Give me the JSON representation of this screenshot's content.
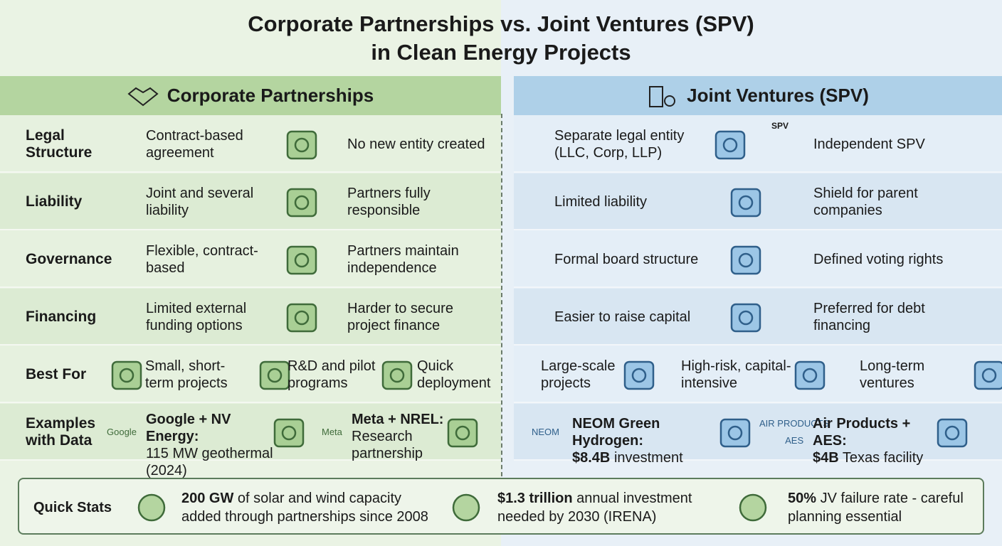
{
  "title": {
    "line1": "Corporate Partnerships vs. Joint Ventures (SPV)",
    "line2": "in Clean Energy Projects"
  },
  "left": {
    "header": "Corporate Partnerships",
    "accent": "#5a9a4a"
  },
  "right": {
    "header": "Joint Ventures (SPV)",
    "accent": "#4a8ac0"
  },
  "rows": [
    {
      "label": "Legal Structure",
      "left": [
        "Contract-based agreement",
        "No new entity created"
      ],
      "left_icon": "contract-handshake-icon",
      "right": [
        "Separate legal entity (LLC, Corp, LLP)",
        "Independent SPV"
      ],
      "right_icon": "spv-building-icon",
      "spv_tag": "SPV"
    },
    {
      "label": "Liability",
      "left": [
        "Joint and several liability",
        "Partners fully responsible"
      ],
      "left_icon": "shared-liability-icon",
      "right": [
        "Limited liability",
        "Shield for parent companies"
      ],
      "right_icon": "shield-person-icon"
    },
    {
      "label": "Governance",
      "left": [
        "Flexible, contract-based",
        "Partners maintain independence"
      ],
      "left_icon": "crossing-arrows-icon",
      "right": [
        "Formal board structure",
        "Defined voting rights"
      ],
      "right_icon": "boardroom-icon"
    },
    {
      "label": "Financing",
      "left": [
        "Limited external funding options",
        "Harder to secure project finance"
      ],
      "left_icon": "wallet-icon",
      "right": [
        "Easier to raise capital",
        "Preferred for debt financing"
      ],
      "right_icon": "money-growth-icon"
    }
  ],
  "best_for": {
    "label": "Best For",
    "left": [
      {
        "text": "Small, short-term projects",
        "icon": "lightbulb-icon"
      },
      {
        "text": "R&D and pilot programs",
        "icon": "test-tube-icon"
      },
      {
        "text": "Quick deployment",
        "icon": "clock-icon"
      }
    ],
    "right": [
      {
        "text": "Large-scale projects",
        "icon": "wind-solar-icon"
      },
      {
        "text": "High-risk, capital-intensive",
        "icon": "dollar-warning-icon"
      },
      {
        "text": "Long-term ventures",
        "icon": "calendar-icon"
      }
    ]
  },
  "examples": {
    "label": "Examples with Data",
    "items": [
      {
        "logos": [
          "Google"
        ],
        "bold": "Google + NV Energy:",
        "text": "115 MW geothermal (2024)",
        "icon": "geothermal-plant-icon"
      },
      {
        "logos": [
          "Meta"
        ],
        "bold": "Meta + NREL:",
        "text": "Research partnership",
        "icon": "lab-icon"
      },
      {
        "logos": [
          "NEOM"
        ],
        "bold": "NEOM Green Hydrogen:",
        "strong": "$8.4B",
        "text": "investment",
        "icon": "hydrogen-plant-icon"
      },
      {
        "logos": [
          "AIR PRODUCTS",
          "AES"
        ],
        "bold": "Air Products + AES:",
        "strong": "$4B",
        "text": "Texas facility",
        "icon": "factory-icon"
      }
    ]
  },
  "quick_stats": {
    "label": "Quick Stats",
    "items": [
      {
        "strong": "200 GW",
        "text": " of solar and wind capacity added through partnerships since 2008",
        "icon": "wind-turbine-icon"
      },
      {
        "strong": "$1.3 trillion",
        "text": " annual investment needed by 2030 (IRENA)",
        "icon": "coin-stack-icon"
      },
      {
        "strong": "50%",
        "text": " JV failure rate - careful planning essential",
        "icon": "broken-chain-icon"
      }
    ]
  }
}
